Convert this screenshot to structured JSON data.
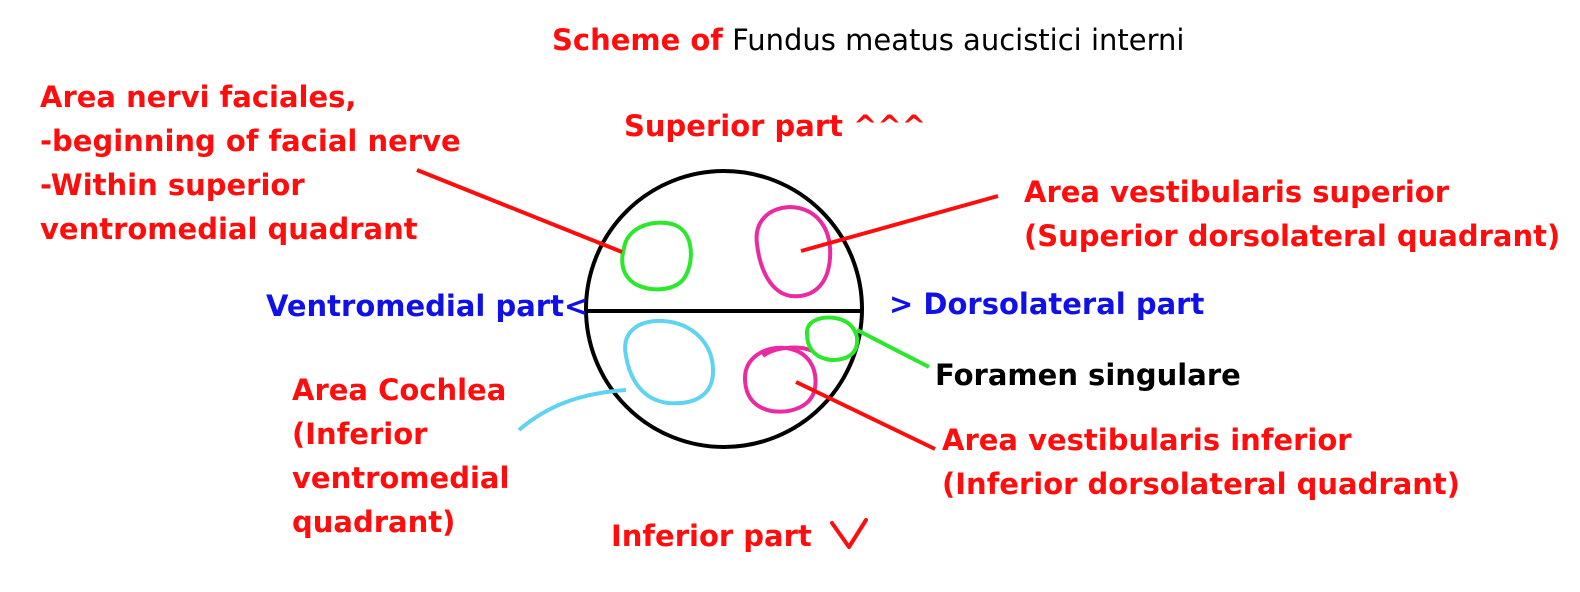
{
  "title": {
    "bold": "Scheme of",
    "rest": "Fundus meatus aucistici interni"
  },
  "labels": {
    "facial": [
      "Area nervi faciales,",
      "-beginning of facial nerve",
      "-Within superior",
      "ventromedial quadrant"
    ],
    "superior": "Superior part ^^^",
    "vest_sup": [
      "Area vestibularis superior",
      "(Superior dorsolateral quadrant)"
    ],
    "ventromedial": "Ventromedial part<",
    "dorsolateral": "> Dorsolateral part",
    "foramen": "Foramen singulare",
    "cochlea": [
      "Area Cochlea",
      "(Inferior",
      "ventromedial",
      "quadrant)"
    ],
    "vest_inf": [
      "Area vestibularis inferior",
      "(Inferior dorsolateral quadrant)"
    ],
    "inferior": "Inferior part"
  },
  "colors": {
    "red": "#ff0d0d",
    "blue": "#1010e8",
    "green": "#2be82b",
    "magenta": "#ea2aa0",
    "cyan": "#5fd3ef",
    "black": "#000000"
  }
}
